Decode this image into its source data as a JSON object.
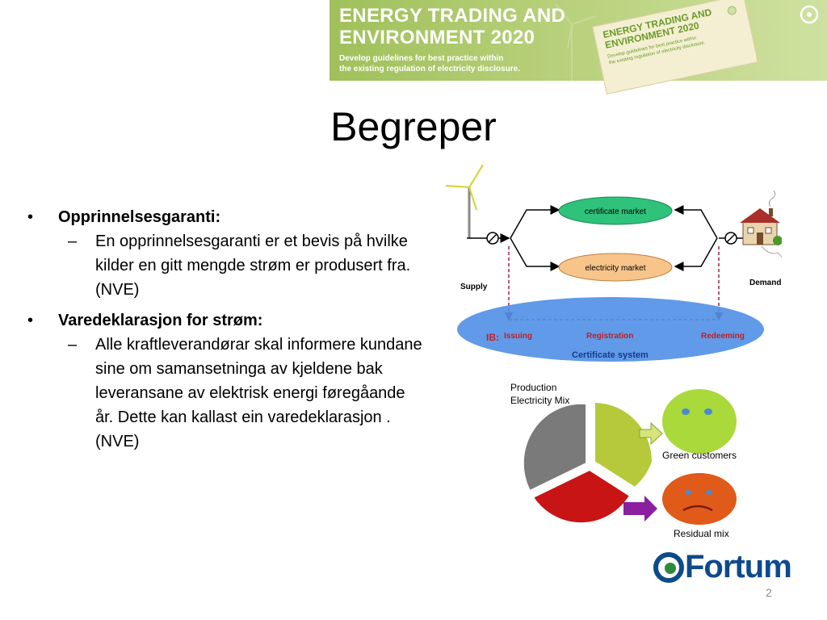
{
  "banner": {
    "title_line1": "ENERGY TRADING AND",
    "title_line2": "ENVIRONMENT 2020",
    "subtitle_line1": "Develop guidelines for best practice within",
    "subtitle_line2": "the existing regulation of electricity disclosure.",
    "tag_title_line1": "ENERGY TRADING AND",
    "tag_title_line2": "ENVIRONMENT 2020",
    "tag_sub_line1": "Develop guidelines for best practice within",
    "tag_sub_line2": "the existing regulation of electricity disclosure."
  },
  "title": "Begreper",
  "bullets": [
    {
      "heading": "Opprinnelsesgaranti:",
      "sub": "En opprinnelsesgaranti er et bevis på hvilke kilder en gitt mengde strøm er produsert fra. (NVE)"
    },
    {
      "heading": "Varedeklarasjon for strøm:",
      "sub": "Alle kraftleverandørar skal informere kundane sine om samansetninga av kjeldene bak leveransane av elektrisk energi føregåande år. Dette kan kallast ein varedeklarasjon .(NVE)"
    }
  ],
  "diagram": {
    "certificate_market": "certificate market",
    "electricity_market": "electricity market",
    "supply": "Supply",
    "demand": "Demand",
    "ib": "IB:",
    "issuing": "Issuing",
    "registration": "Registration",
    "redeeming": "Redeeming",
    "certificate_system": "Certificate system"
  },
  "pie": {
    "label_line1": "Production",
    "label_line2": "Electricity Mix",
    "green_customers": "Green customers",
    "residual_mix": "Residual mix"
  },
  "footer": {
    "logo_text": "Fortum",
    "page_number": "2"
  },
  "colors": {
    "banner_green": "#9fc05a",
    "cert_market": "#2ec27a",
    "elec_market": "#f7c48a",
    "cert_system": "#4f8fe6",
    "fortum_blue": "#0d4a8a"
  }
}
